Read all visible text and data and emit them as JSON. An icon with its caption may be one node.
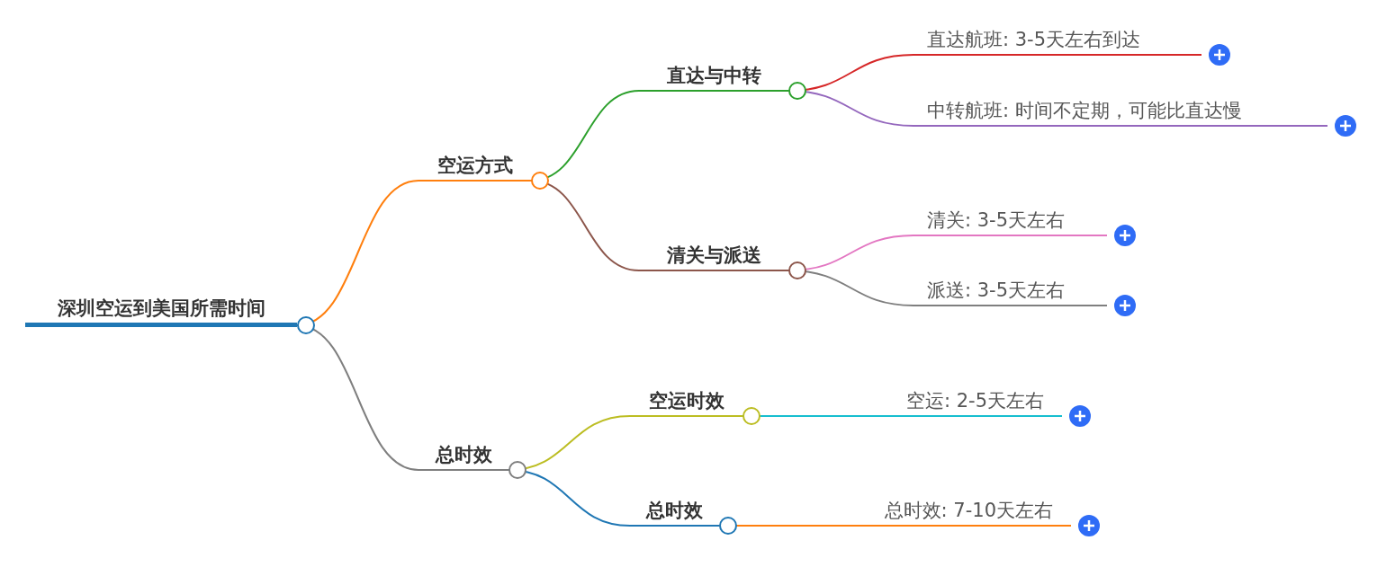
{
  "diagram": {
    "nodes": [
      {
        "text": [
          "深圳空运到美国所需时间"
        ]
      },
      {
        "text": [
          "空运方式"
        ]
      },
      {
        "text": [
          "直达与中转"
        ]
      },
      {
        "text": [
          "直达航班: 3-5天左右到达"
        ]
      },
      {
        "text": [
          "中转航班: 时间不定期，可能比直达慢"
        ]
      },
      {
        "text": [
          "清关与派送"
        ]
      },
      {
        "text": [
          "清关: 3-5天左右"
        ]
      },
      {
        "text": [
          "派送: 3-5天左右"
        ]
      },
      {
        "text": [
          "总时效"
        ]
      },
      {
        "text": [
          "空运时效"
        ]
      },
      {
        "text": [
          "空运: 2-5天左右"
        ]
      },
      {
        "text": [
          "总时效"
        ]
      },
      {
        "text": [
          "总时效: 7-10天左右"
        ]
      }
    ],
    "edges": [
      {
        "from": 0,
        "to": 1,
        "arrow": "none",
        "color": "#ff7f0e"
      },
      {
        "from": 1,
        "to": 2,
        "arrow": "none",
        "color": "#2ca02c"
      },
      {
        "from": 2,
        "to": 3,
        "arrow": "none",
        "color": "#d62728"
      },
      {
        "from": 2,
        "to": 4,
        "arrow": "none",
        "color": "#9467bd"
      },
      {
        "from": 1,
        "to": 5,
        "arrow": "none",
        "color": "#8c564b"
      },
      {
        "from": 5,
        "to": 6,
        "arrow": "none",
        "color": "#e377c2"
      },
      {
        "from": 5,
        "to": 7,
        "arrow": "none",
        "color": "#7f7f7f"
      },
      {
        "from": 0,
        "to": 8,
        "arrow": "none",
        "color": "#7f7f7f"
      },
      {
        "from": 8,
        "to": 9,
        "arrow": "none",
        "color": "#bcbd22"
      },
      {
        "from": 9,
        "to": 10,
        "arrow": "none",
        "color": "#17becf"
      },
      {
        "from": 8,
        "to": 11,
        "arrow": "none",
        "color": "#1f77b4"
      },
      {
        "from": 11,
        "to": 12,
        "arrow": "none",
        "color": "#ff7f0e"
      }
    ]
  }
}
